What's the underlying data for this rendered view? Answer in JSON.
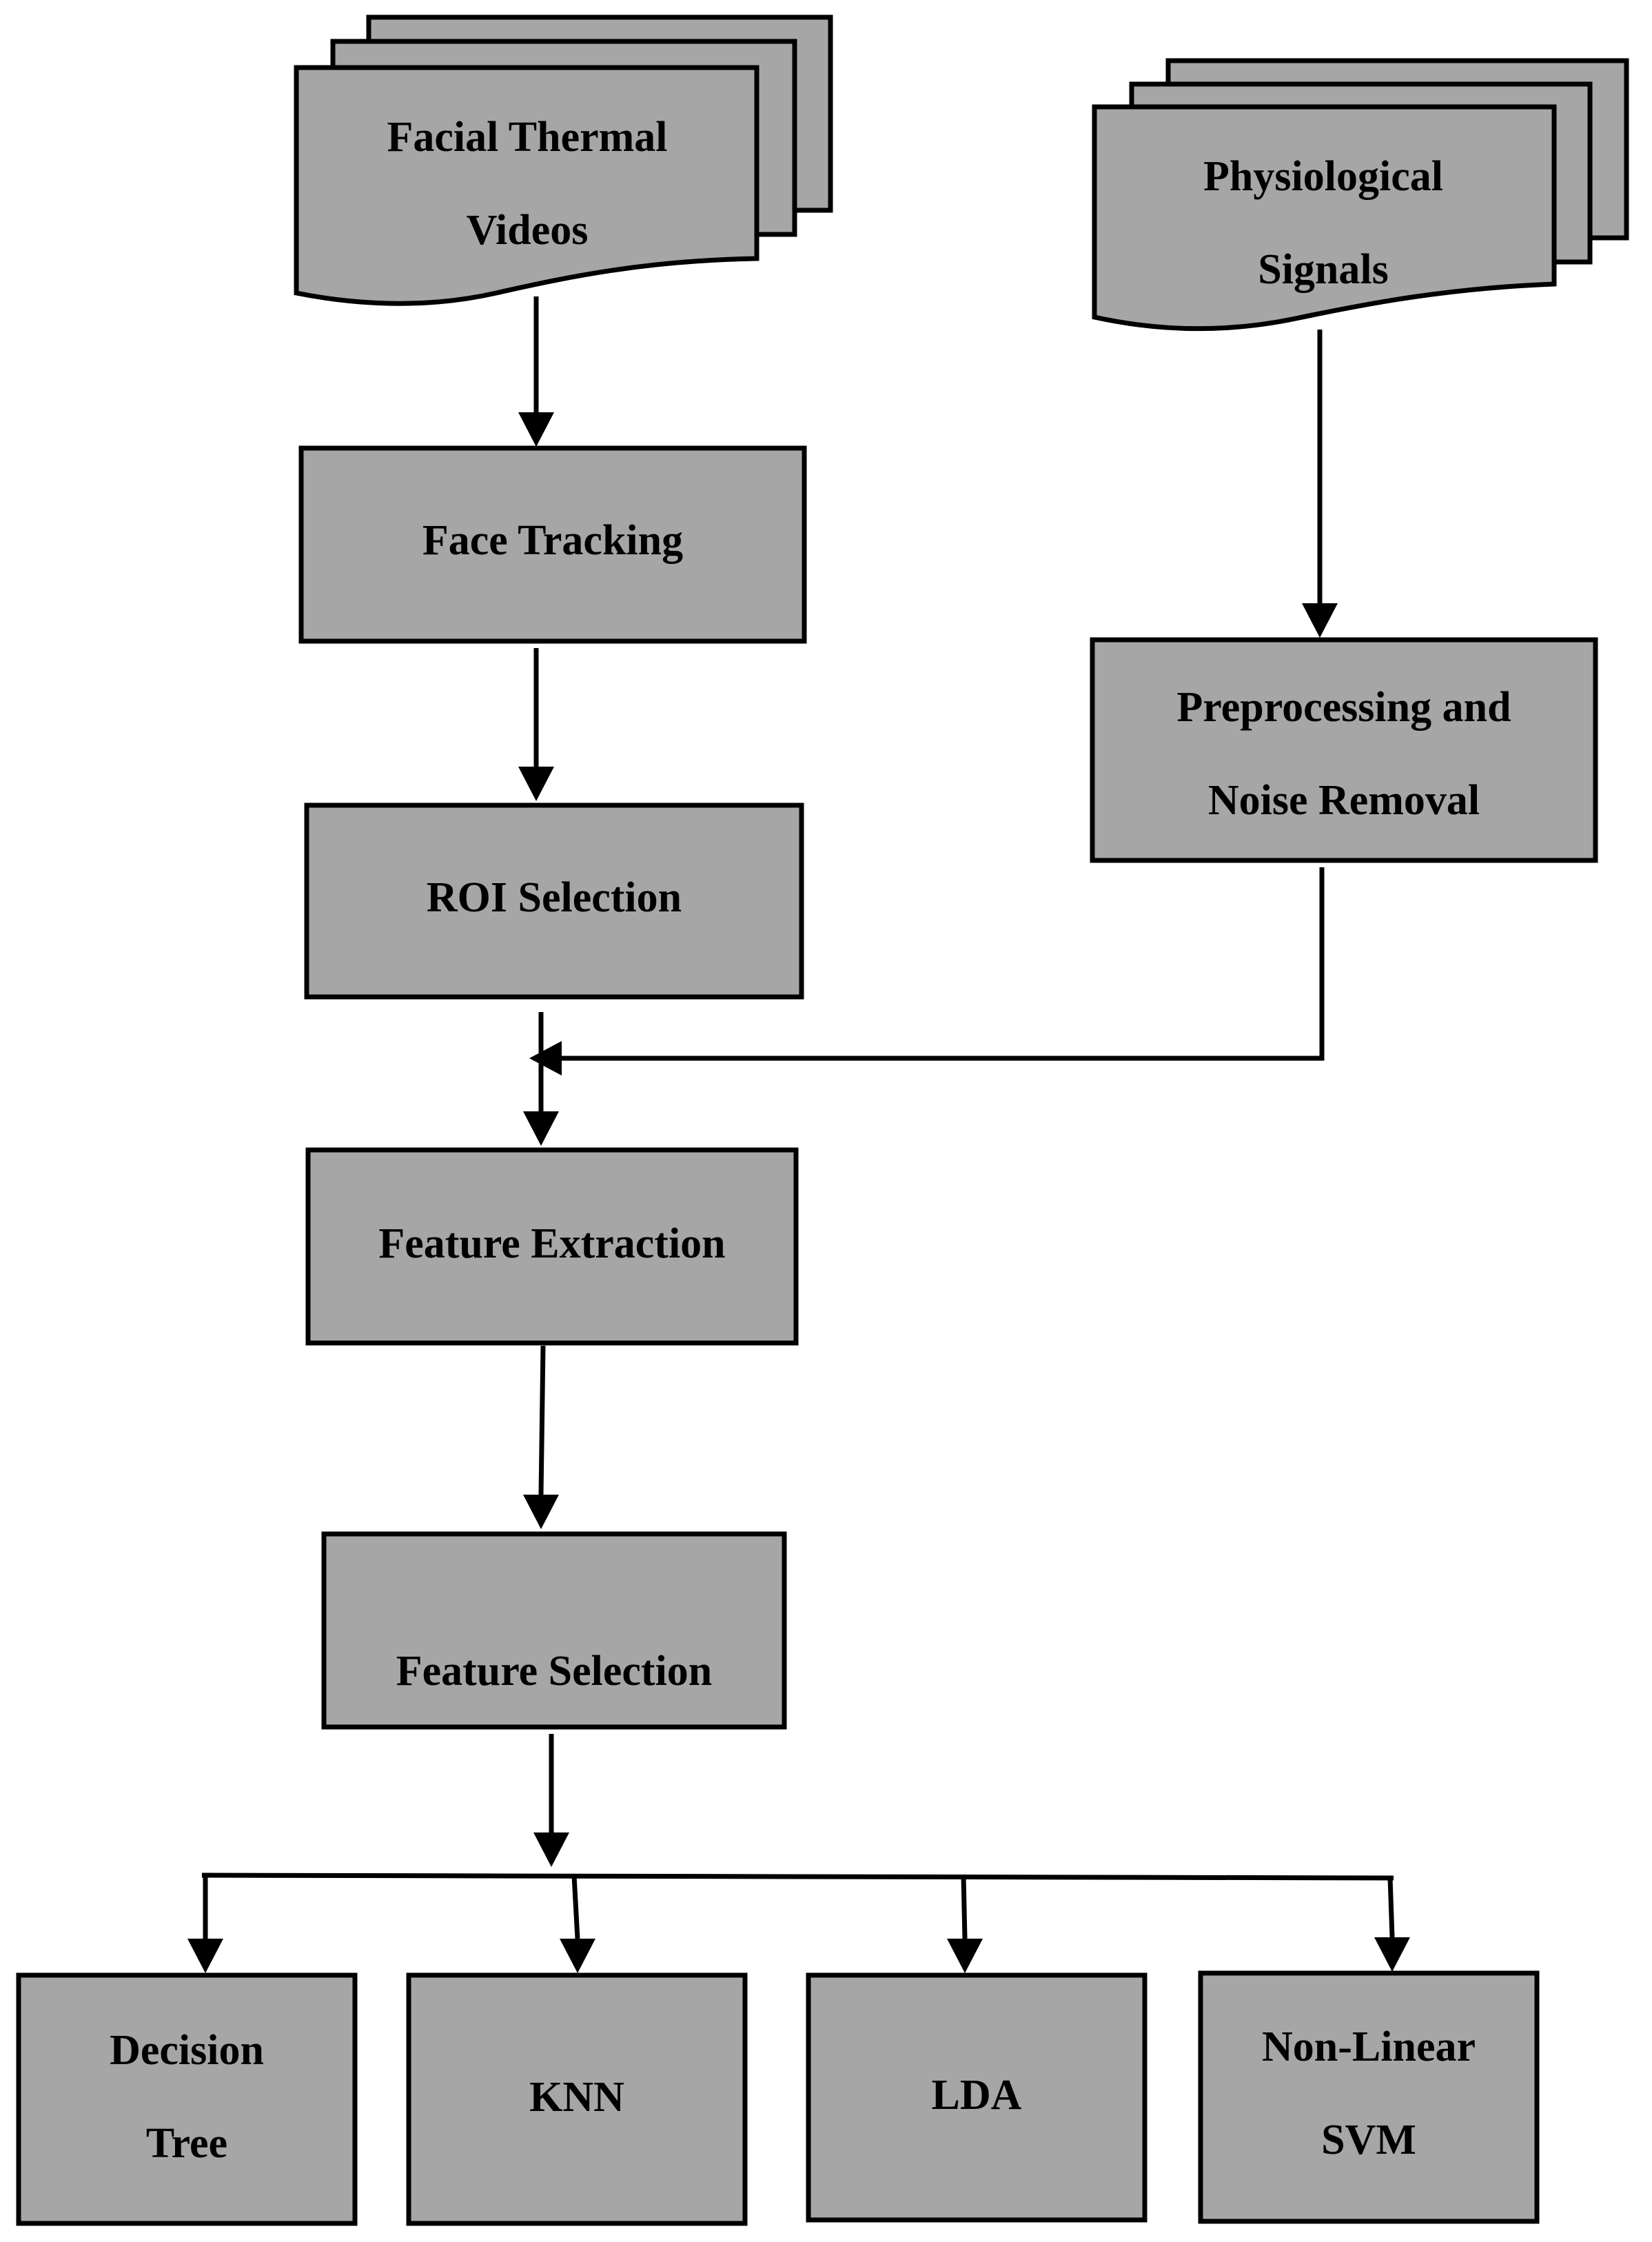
{
  "nodes": {
    "facial_thermal_videos": {
      "lines": [
        "Facial Thermal",
        "Videos"
      ]
    },
    "physiological_signals": {
      "lines": [
        "Physiological",
        "Signals"
      ]
    },
    "face_tracking": {
      "lines": [
        "Face Tracking"
      ]
    },
    "preprocessing": {
      "lines": [
        "Preprocessing and",
        "Noise Removal"
      ]
    },
    "roi_selection": {
      "lines": [
        "ROI Selection"
      ]
    },
    "feature_extraction": {
      "lines": [
        "Feature Extraction"
      ]
    },
    "feature_selection": {
      "lines": [
        "Feature Selection"
      ]
    },
    "decision_tree": {
      "lines": [
        "Decision",
        "Tree"
      ]
    },
    "knn": {
      "lines": [
        "KNN"
      ]
    },
    "lda": {
      "lines": [
        "LDA"
      ]
    },
    "svm": {
      "lines": [
        "Non-Linear",
        "SVM"
      ]
    }
  },
  "colors": {
    "node_fill": "#a6a6a6",
    "stroke": "#000000",
    "background": "#ffffff"
  }
}
